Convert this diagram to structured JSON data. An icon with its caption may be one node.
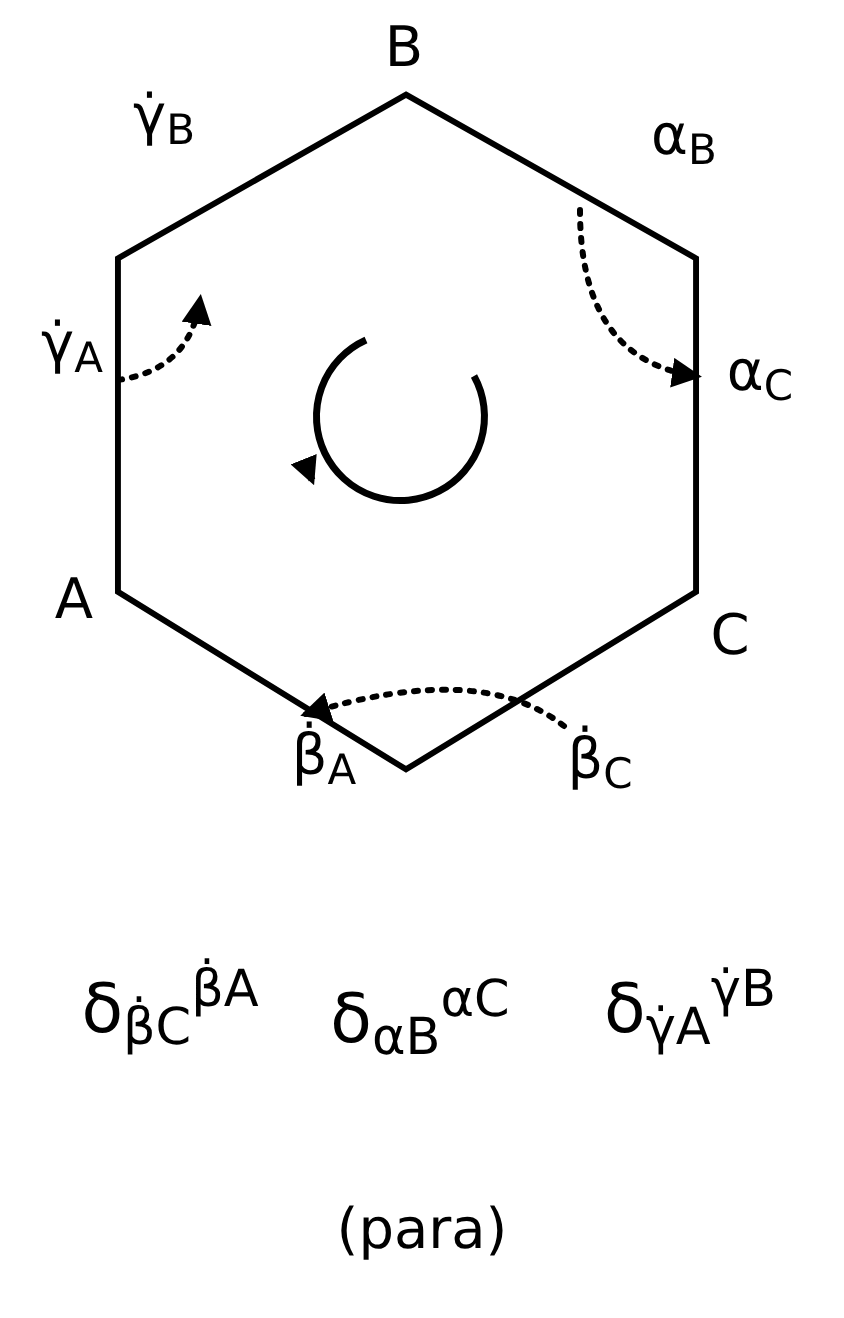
{
  "diagram": {
    "caption": "(para)",
    "nodes": [
      {
        "text": [],
        "shape": "hexagon"
      }
    ],
    "labels": [
      "B",
      "γ̇$_{B}$",
      "α$_{B}$",
      "γ̇$_{A}$",
      "α$_{C}$",
      "A",
      "C",
      "β̇$_{A}$",
      "β̇$_{C}$",
      "δ$_{β̇C}$$^{β̇A}$",
      "δ$_{αB}$$^{αC}$",
      "δ$_{γ̇A}$$^{γ̇B}$"
    ]
  }
}
